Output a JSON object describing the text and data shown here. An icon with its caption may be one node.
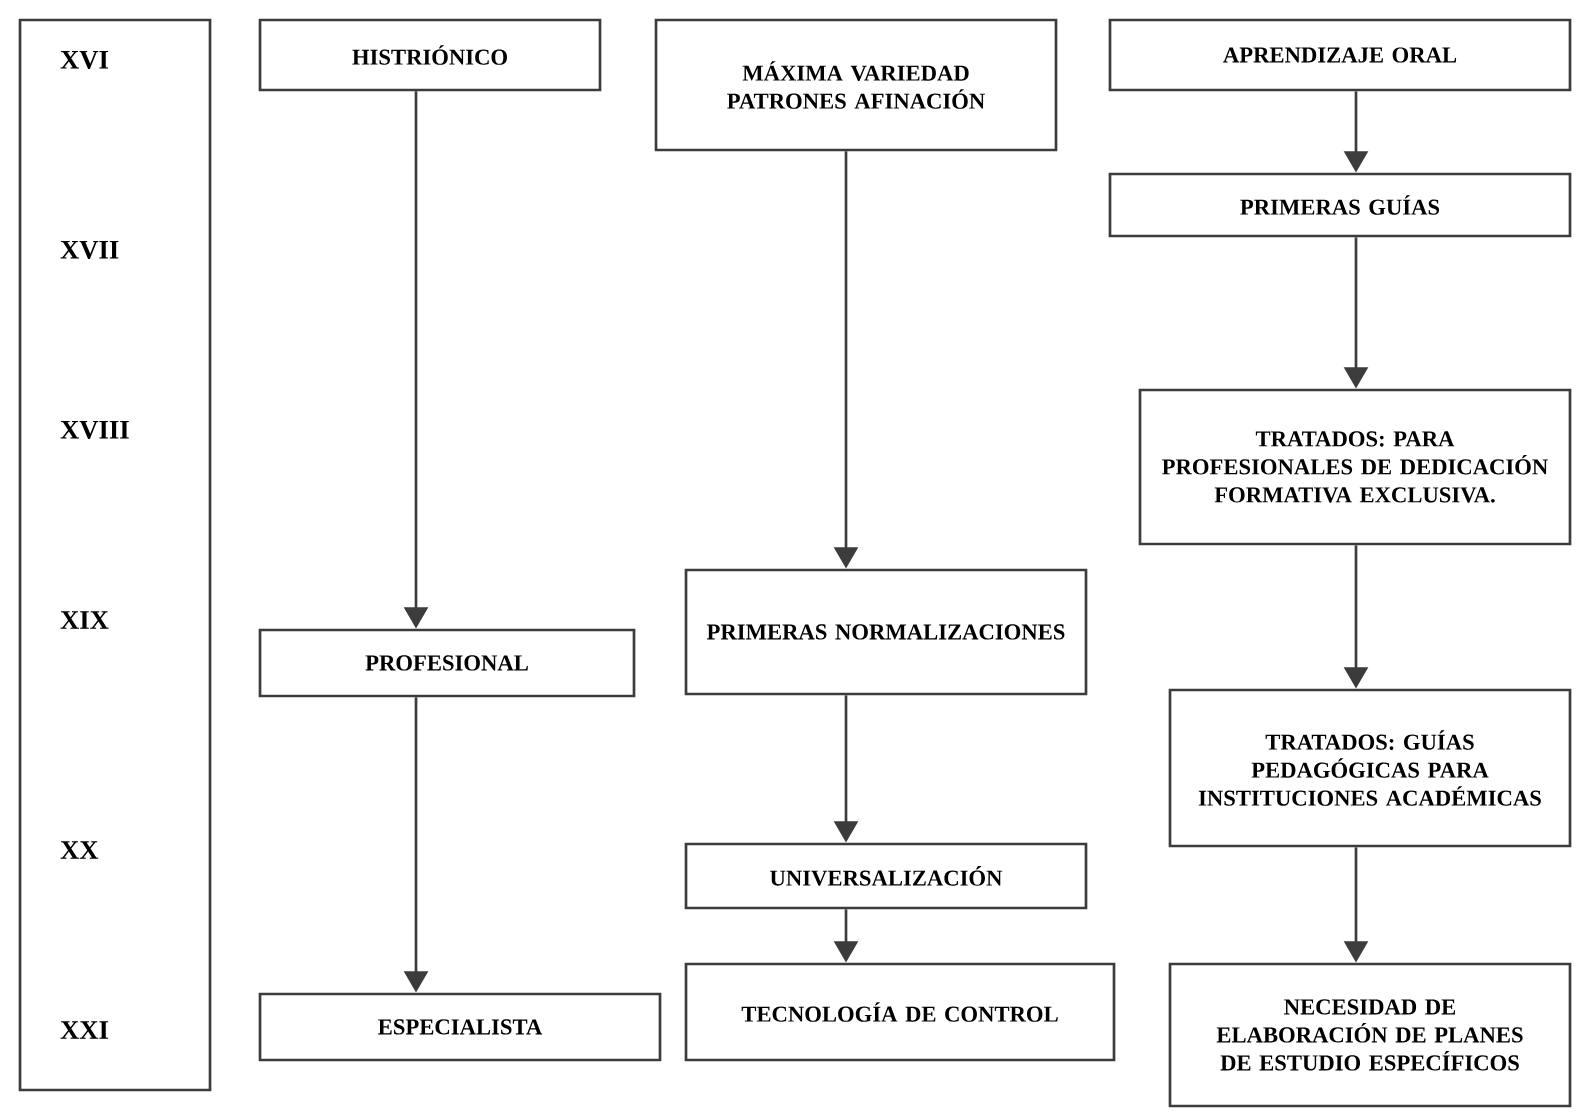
{
  "diagram": {
    "nodes": [
      {
        "text": [
          "XVI",
          "XVII",
          "XVIII",
          "XIX",
          "XX",
          "XXI"
        ]
      },
      {
        "text": [
          "HISTRIÓNICO"
        ]
      },
      {
        "text": [
          "MÁXIMA VARIEDAD PATRONES AFINACIÓN"
        ]
      },
      {
        "text": [
          "APRENDIZAJE ORAL"
        ]
      },
      {
        "text": [
          "PRIMERAS GUÍAS"
        ]
      },
      {
        "text": [
          "TRATADOS: PARA PROFESIONALES DE DEDICACIÓN FORMATIVA EXCLUSIVA."
        ]
      },
      {
        "text": [
          "PRIMERAS NORMALIZACIONES"
        ]
      },
      {
        "text": [
          "PROFESIONAL"
        ]
      },
      {
        "text": [
          "TRATADOS: GUÍAS PEDAGÓGICAS PARA INSTITUCIONES ACADÉMICAS"
        ]
      },
      {
        "text": [
          "UNIVERSALIZACIÓN"
        ]
      },
      {
        "text": [
          "ESPECIALISTA"
        ]
      },
      {
        "text": [
          "TECNOLOGÍA DE CONTROL"
        ]
      },
      {
        "text": [
          "NECESIDAD DE ELABORACIÓN DE PLANES DE ESTUDIO ESPECÍFICOS"
        ]
      }
    ],
    "edges": [
      {
        "from": 1,
        "to": 7,
        "arrow": "to"
      },
      {
        "from": 7,
        "to": 10,
        "arrow": "to"
      },
      {
        "from": 2,
        "to": 6,
        "arrow": "to"
      },
      {
        "from": 6,
        "to": 9,
        "arrow": "to"
      },
      {
        "from": 9,
        "to": 11,
        "arrow": "to"
      },
      {
        "from": 3,
        "to": 4,
        "arrow": "to"
      },
      {
        "from": 4,
        "to": 5,
        "arrow": "to"
      },
      {
        "from": 5,
        "to": 8,
        "arrow": "to"
      },
      {
        "from": 8,
        "to": 12,
        "arrow": "to"
      }
    ]
  }
}
